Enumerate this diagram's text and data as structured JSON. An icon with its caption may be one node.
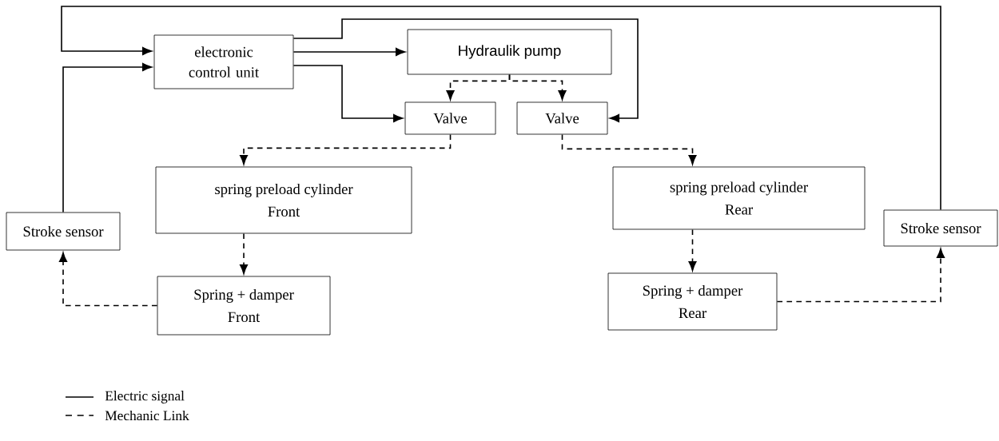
{
  "diagram": {
    "nodes": [
      {
        "text": [
          "electronic control unit"
        ]
      },
      {
        "text": [
          "Hydraulik pump"
        ]
      },
      {
        "text": [
          "Valve"
        ]
      },
      {
        "text": [
          "Valve"
        ]
      },
      {
        "text": [
          "spring preload cylinder",
          "Front"
        ]
      },
      {
        "text": [
          "spring preload cylinder",
          "Rear"
        ]
      },
      {
        "text": [
          "Stroke sensor"
        ]
      },
      {
        "text": [
          "Stroke sensor"
        ]
      },
      {
        "text": [
          "Spring + damper",
          "Front"
        ]
      },
      {
        "text": [
          "Spring + damper",
          "Rear"
        ]
      }
    ],
    "edges": [
      {
        "from": 7,
        "to": 0,
        "arrow": "to"
      },
      {
        "from": 6,
        "to": 0,
        "arrow": "to"
      },
      {
        "from": 0,
        "to": 1,
        "arrow": "to"
      },
      {
        "from": 0,
        "to": 2,
        "arrow": "to"
      },
      {
        "from": 0,
        "to": 3,
        "arrow": "to"
      },
      {
        "from": 1,
        "to": 2,
        "arrow": "to",
        "style": "dashed"
      },
      {
        "from": 1,
        "to": 3,
        "arrow": "to",
        "style": "dashed"
      },
      {
        "from": 2,
        "to": 4,
        "arrow": "to",
        "style": "dashed"
      },
      {
        "from": 3,
        "to": 5,
        "arrow": "to",
        "style": "dashed"
      },
      {
        "from": 4,
        "to": 8,
        "arrow": "to",
        "style": "dashed"
      },
      {
        "from": 5,
        "to": 9,
        "arrow": "to",
        "style": "dashed"
      },
      {
        "from": 8,
        "to": 6,
        "arrow": "to",
        "style": "dashed"
      },
      {
        "from": 9,
        "to": 7,
        "arrow": "to",
        "style": "dashed"
      }
    ],
    "legend": [
      {
        "text": "Electric signal"
      },
      {
        "text": "Mechanic Link"
      }
    ]
  }
}
